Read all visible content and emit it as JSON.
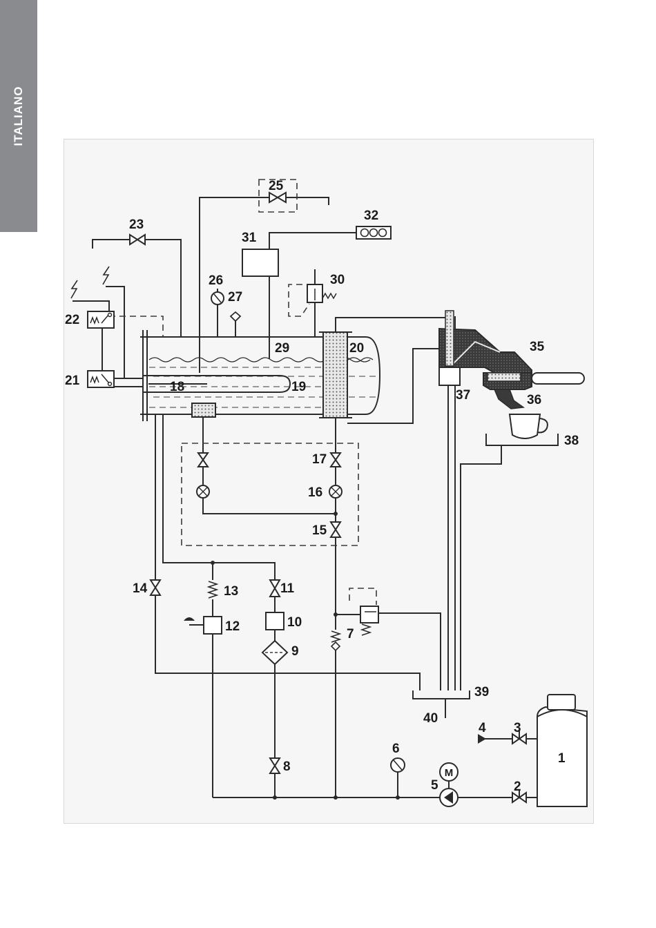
{
  "side_tab": {
    "label": "ITALIANO",
    "color": "#8a8b8f"
  },
  "diagram": {
    "labels": [
      "1",
      "2",
      "3",
      "4",
      "5",
      "6",
      "7",
      "8",
      "9",
      "10",
      "11",
      "12",
      "13",
      "14",
      "15",
      "16",
      "17",
      "18",
      "19",
      "20",
      "21",
      "22",
      "23",
      "25",
      "26",
      "27",
      "29",
      "30",
      "31",
      "32",
      "35",
      "36",
      "37",
      "38",
      "39",
      "40"
    ],
    "motor_symbol": "M",
    "colors": {
      "line": "#2a2a2a",
      "frame": "#f6f6f6",
      "group_head": "#3c3c3c"
    }
  }
}
